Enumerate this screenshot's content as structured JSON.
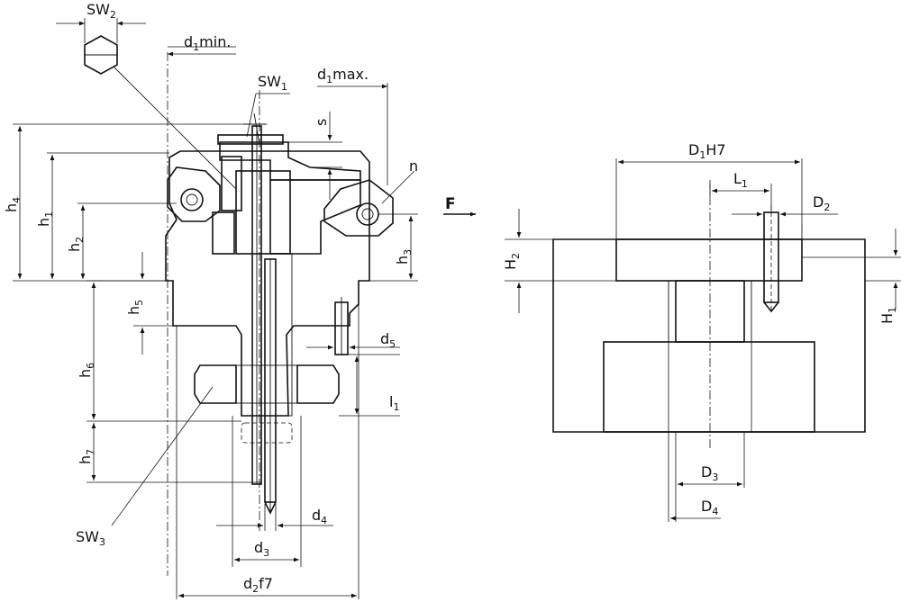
{
  "labels": {
    "sw2": {
      "base": "SW",
      "sub": "2"
    },
    "d1min": {
      "base": "d",
      "sub": "1",
      "suffix": "min."
    },
    "sw1": {
      "base": "SW",
      "sub": "1"
    },
    "d1max": {
      "base": "d",
      "sub": "1",
      "suffix": "max."
    },
    "s": {
      "base": "s"
    },
    "n": {
      "base": "n"
    },
    "h4": {
      "base": "h",
      "sub": "4"
    },
    "h1": {
      "base": "h",
      "sub": "1"
    },
    "h2": {
      "base": "h",
      "sub": "2"
    },
    "h3": {
      "base": "h",
      "sub": "3"
    },
    "h5": {
      "base": "h",
      "sub": "5"
    },
    "h6": {
      "base": "h",
      "sub": "6"
    },
    "h7": {
      "base": "h",
      "sub": "7"
    },
    "d5": {
      "base": "d",
      "sub": "5"
    },
    "l1": {
      "base": "l",
      "sub": "1"
    },
    "d4": {
      "base": "d",
      "sub": "4"
    },
    "d3": {
      "base": "d",
      "sub": "3"
    },
    "d2f7": {
      "base": "d",
      "sub": "2",
      "suffix": "f7"
    },
    "sw3": {
      "base": "SW",
      "sub": "3"
    },
    "F": {
      "base": "F"
    },
    "D1H7": {
      "base": "D",
      "sub": "1",
      "suffix": "H7"
    },
    "L1": {
      "base": "L",
      "sub": "1"
    },
    "D2": {
      "base": "D",
      "sub": "2"
    },
    "H2": {
      "base": "H",
      "sub": "2"
    },
    "H1": {
      "base": "H",
      "sub": "1"
    },
    "D3": {
      "base": "D",
      "sub": "3"
    },
    "D4": {
      "base": "D",
      "sub": "4"
    }
  }
}
